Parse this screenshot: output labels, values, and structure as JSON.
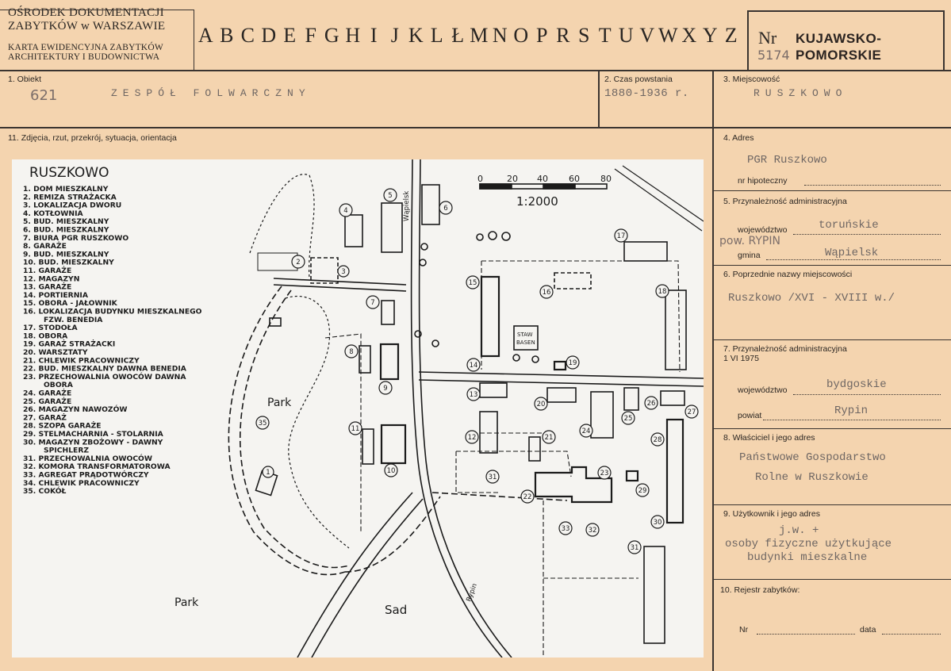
{
  "header": {
    "institution_line1": "OŚRODEK DOKUMENTACJI",
    "institution_line2": "ZABYTKÓW w WARSZAWIE",
    "card_title_line1": "KARTA EWIDENCYJNA ZABYTKÓW",
    "card_title_line2": "ARCHITEKTURY I BUDOWNICTWA",
    "alphabet": [
      "A",
      "B",
      "C",
      "D",
      "E",
      "F",
      "G",
      "H",
      "I",
      "J",
      "K",
      "L",
      "Ł",
      "M",
      "N",
      "O",
      "P",
      "R",
      "S",
      "T",
      "U",
      "V",
      "W",
      "X",
      "Y",
      "Z"
    ],
    "nr_label": "Nr",
    "nr_handwritten": "5174",
    "region_line1": "KUJAWSKO-",
    "region_line2": "POMORSKIE"
  },
  "fields": {
    "obiekt_label": "1. Obiekt",
    "obiekt_number": "621",
    "obiekt_value": "ZESPÓŁ FOLWARCZNY",
    "czas_label": "2. Czas powstania",
    "czas_value": "1880-1936 r.",
    "miejscowosc_label": "3. Miejscowość",
    "miejscowosc_value": "RUSZKOWO",
    "zdjecia_label": "11. Zdjęcia, rzut, przekrój, sytuacja, orientacja",
    "adres_label": "4. Adres",
    "adres_value": "PGR Ruszkowo",
    "hipoteczny_label": "nr hipoteczny",
    "przynaleznosc_label": "5. Przynależność administracyjna",
    "wojewodztwo_label": "województwo",
    "wojewodztwo_value": "toruńskie",
    "pow_handwritten": "pow. RYPIN",
    "gmina_label": "gmina",
    "gmina_value": "Wąpielsk",
    "poprzednie_label": "6. Poprzednie nazwy miejscowości",
    "poprzednie_value": "Ruszkowo /XVI - XVIII w./",
    "przynaleznosc1975_label_line1": "7. Przynależność administracyjna",
    "przynaleznosc1975_label_line2": "1 VI 1975",
    "wojewodztwo2_label": "województwo",
    "wojewodztwo2_value": "bydgoskie",
    "powiat_label": "powiat",
    "powiat_value": "Rypin",
    "wlasciciel_label": "8. Właściciel i jego adres",
    "wlasciciel_line1": "Państwowe Gospodarstwo",
    "wlasciciel_line2": "Rolne w Ruszkowie",
    "uzytkownik_label": "9. Użytkownik i jego adres",
    "uzytkownik_line1": "j.w. +",
    "uzytkownik_line2": "osoby fizyczne użytkujące",
    "uzytkownik_line3": "budynki mieszkalne",
    "rejestr_label": "10. Rejestr zabytków:",
    "rejestr_nr_label": "Nr",
    "rejestr_data_label": "data"
  },
  "plan": {
    "title": "RUSZKOWO",
    "scale_label": "1:2000",
    "scale_ticks": [
      "0",
      "20",
      "40",
      "60",
      "80"
    ],
    "road_label_top": "Wąpielsk",
    "road_label_bottom": "Rypin",
    "park_label_1": "Park",
    "park_label_2": "Park",
    "orchard_label": "Sad",
    "basin_label_1": "STAW",
    "basin_label_2": "BASEN",
    "legend": [
      "1. DOM MIESZKALNY",
      "2. REMIZA STRAŻACKA",
      "3. LOKALIZACJA DWORU",
      "4. KOTŁOWNIA",
      "5. BUD. MIESZKALNY",
      "6. BUD. MIESZKALNY",
      "7. BIURA PGR RUSZKOWO",
      "8. GARAŻE",
      "9. BUD. MIESZKALNY",
      "10. BUD. MIESZKALNY",
      "11. GARAŻE",
      "12. MAGAZYN",
      "13. GARAŻE",
      "14. PORTIERNIA",
      "15. OBORA - JAŁOWNIK",
      "16. LOKALIZACJA BUDYNKU MIESZKALNEGO",
      "FZW. BENEDIA",
      "17. STODOŁA",
      "18. OBORA",
      "19. GARAŻ STRAŻACKI",
      "20. WARSZTATY",
      "21. CHLEWIK PRACOWNICZY",
      "22. BUD. MIESZKALNY DAWNA BENEDIA",
      "23. PRZECHOWALNIA OWOCÓW DAWNA",
      "OBORA",
      "24. GARAŻE",
      "25. GARAŻE",
      "26. MAGAZYN NAWOZÓW",
      "27. GARAŻ",
      "28. SZOPA GARAŻE",
      "29. STELMACHARNIA - STOLARNIA",
      "30. MAGAZYN ZBOŻOWY - DAWNY",
      "SPICHLERZ",
      "31. PRZECHOWALNIA OWOCÓW",
      "32. KOMORA TRANSFORMATOROWA",
      "33. AGREGAT PRĄDOTWÓRCZY",
      "34. CHLEWIK PRACOWNICZY",
      "35. COKÓŁ"
    ]
  },
  "colors": {
    "card": "#f4d4af",
    "ink": "#2a2623",
    "typewriter": "#6e6663",
    "map_paper": "#f5f4f1"
  }
}
